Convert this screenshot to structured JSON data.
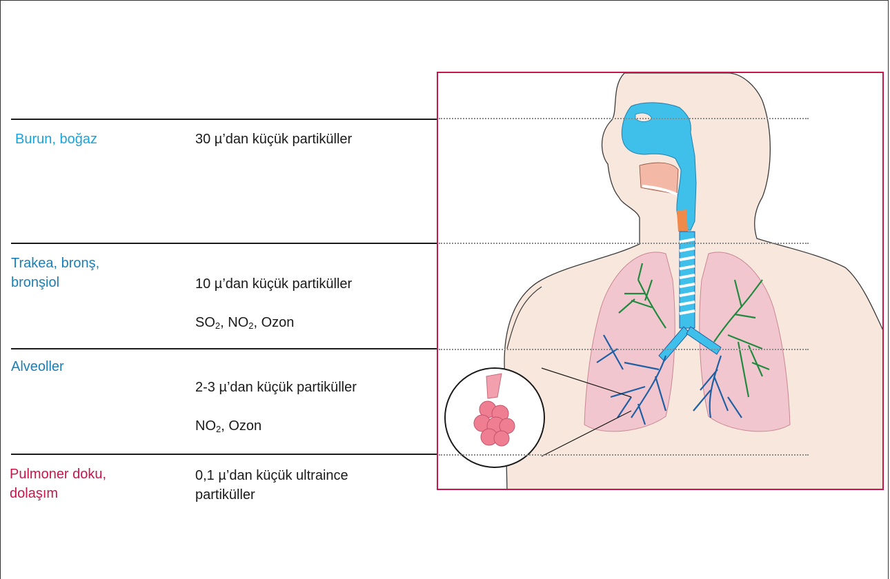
{
  "colors": {
    "nose_label": "#1aa3d9",
    "trachea_label": "#1a7fb8",
    "alveoli_label": "#1a7fb8",
    "pulmonary_label": "#c8154a",
    "frame_border": "#c8154a",
    "skin": "#f7e7dc",
    "airway_blue": "#3ec0ea",
    "lung_pink": "#f2c6cf",
    "bronchi_green": "#1f8a3d",
    "bronchi_blue": "#1f5fa3"
  },
  "zones": [
    {
      "label": "Burun, boğaz",
      "desc_line1": "30 µ’dan küçük partiküller",
      "desc_line2": ""
    },
    {
      "label": "Trakea, bronş,\nbronşiol",
      "desc_line1": "10 µ’dan küçük partiküller",
      "desc_line2_prefix": "SO",
      "desc_line2_sub1": "2",
      "desc_line2_mid": ", NO",
      "desc_line2_sub2": "2",
      "desc_line2_suffix": ", Ozon"
    },
    {
      "label": "Alveoller",
      "desc_line1": "2-3 µ’dan küçük partiküller",
      "desc_line2_prefix": "NO",
      "desc_line2_sub1": "2",
      "desc_line2_suffix": ", Ozon"
    },
    {
      "label": "Pulmoner doku,\ndolaşım",
      "desc_line1": "0,1 µ’dan küçük ultraince\npartiküller",
      "desc_line2": ""
    }
  ],
  "icons": {
    "illustration": "respiratory-system-illustration",
    "inset": "alveoli-magnifier-icon"
  }
}
